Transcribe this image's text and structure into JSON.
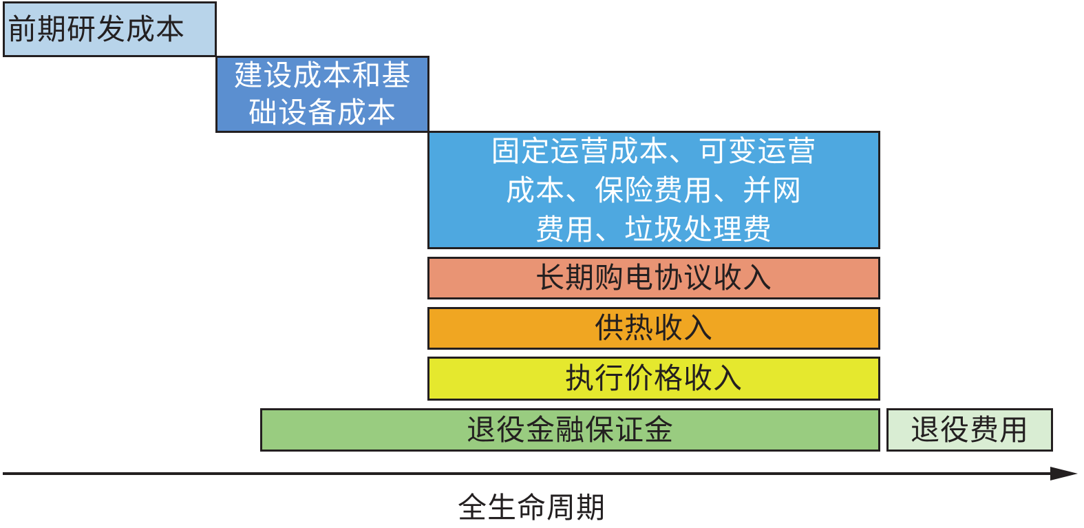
{
  "stages": [
    {
      "id": "b1",
      "text": "前期研发成本",
      "color": "#b8d4ea",
      "text_color": "#231f20"
    },
    {
      "id": "b2",
      "text": "建设成本和基\n础设备成本",
      "color": "#5b8fd0",
      "text_color": "#ffffff"
    },
    {
      "id": "b3",
      "text": "固定运营成本、可变运营\n成本、保险费用、并网\n费用、垃圾处理费",
      "color": "#4ea8e0",
      "text_color": "#ffffff"
    },
    {
      "id": "b4",
      "text": "长期购电协议收入",
      "color": "#e99474",
      "text_color": "#231f20"
    },
    {
      "id": "b5",
      "text": "供热收入",
      "color": "#f0a622",
      "text_color": "#231f20"
    },
    {
      "id": "b6",
      "text": "执行价格收入",
      "color": "#e5e82e",
      "text_color": "#231f20"
    },
    {
      "id": "b7",
      "text": "退役金融保证金",
      "color": "#99cc80",
      "text_color": "#231f20"
    },
    {
      "id": "b8",
      "text": "退役费用",
      "color": "#d9edd3",
      "text_color": "#231f20"
    }
  ],
  "axis": {
    "label": "全生命周期",
    "line_color": "#231f20"
  }
}
